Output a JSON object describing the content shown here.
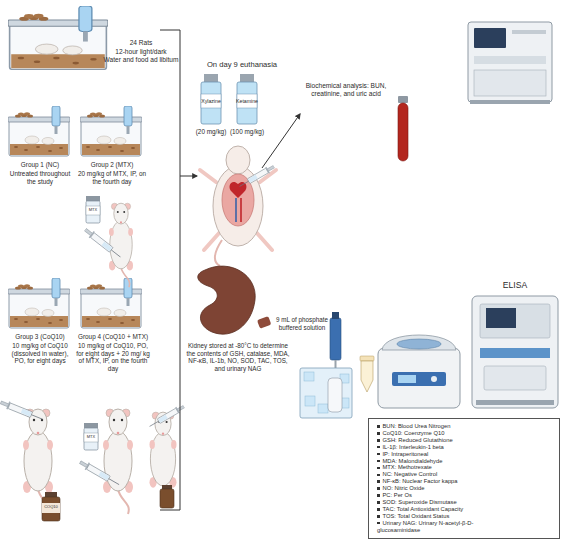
{
  "diagram": {
    "nodes": [
      {
        "text": [
          "24 Rats",
          "12-hour light/dark",
          "Water and food ad libitum"
        ]
      },
      {
        "text": [
          "Group 1 (NC)",
          "Untreated throughout the study"
        ]
      },
      {
        "text": [
          "Group 2 (MTX)",
          "20 mg/kg of MTX, IP, on the fourth day"
        ]
      },
      {
        "text": [
          "Group 3 (CoQ10)",
          "10 mg/kg of CoQ10 (dissolved in water), PO, for eight days"
        ]
      },
      {
        "text": [
          "Group 4 (CoQ10 + MTX)",
          "10 mg/kg of CoQ10, PO, for eight days + 20 mg/ kg of MTX, IP, on the fourth day"
        ]
      },
      {
        "text": [
          "Xylazine",
          "(20 mg/kg)"
        ]
      },
      {
        "text": [
          "Ketamine",
          "(100 mg/kg)"
        ]
      },
      {
        "text": [
          "BUN: Blood Urea Nitrogen",
          "CoQ10: Coenzyme Q10",
          "GSH: Reduced Glutathione",
          "IL-1β: Interleukin-1 beta",
          "IP: Intraperitoneal",
          "MDA: Malondialdehyde",
          "MTX: Methotrexate",
          "NC: Negative Control",
          "NF-κB: Nuclear Factor kappa",
          "NO: Nitric Oxide",
          "PC: Per Os",
          "SOD: Superoxide Dismutase",
          "TAC: Total Antioxidant Capacity",
          "TOS: Total Oxidant Status",
          "Urinary NAG: Urinary N-acetyl-β-D-glucosaminidase"
        ]
      }
    ],
    "labels": [
      "On day 9 euthanasia",
      "Biochemical analysis: BUN, creatinine, and uric acid",
      "Kidney stored at -80°C to determine the contents of GSH, catalase, MDA, NF-κB, IL-1b, NO, SOD, TAC, TOS, and urinary NAG",
      "9 mL of phosphate buffered solution",
      "ELISA",
      "MTX",
      "MTX",
      "COQ10"
    ]
  }
}
